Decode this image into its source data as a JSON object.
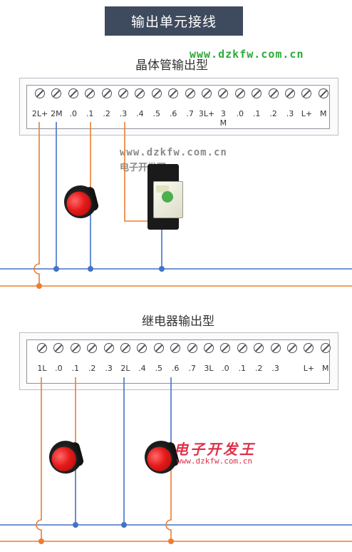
{
  "title": "输出单元接线",
  "sections": {
    "transistor": {
      "heading": "晶体管输出型"
    },
    "relay": {
      "heading": "继电器输出型"
    }
  },
  "terminals": {
    "transistor": [
      "2L+",
      "2M",
      ".0",
      ".1",
      ".2",
      ".3",
      ".4",
      ".5",
      ".6",
      ".7",
      "3L+",
      "3 M",
      ".0",
      ".1",
      ".2",
      ".3",
      "L+",
      "M"
    ],
    "relay": [
      "1L",
      ".0",
      ".1",
      ".2",
      ".3",
      "2L",
      ".4",
      ".5",
      ".6",
      ".7",
      "3L",
      ".0",
      ".1",
      ".2",
      ".3",
      "",
      "L+",
      "M"
    ]
  },
  "watermarks": {
    "top_url": "www.dzkfw.com.cn",
    "mid_url": "www.dzkfw.com.cn",
    "mid_cn": "电子开发网",
    "red_cn": "电子开发王",
    "red_url": "www.dzkfw.com.cn"
  },
  "colors": {
    "title_bg": "#3e4a5e",
    "wire_orange": "#ed7d31",
    "wire_blue": "#4472c4",
    "watermark_green": "#2eaa38",
    "watermark_red": "#e0304a"
  },
  "components": {
    "transistor_loads": [
      "red-indicator-lamp",
      "relay"
    ],
    "relay_loads": [
      "red-indicator-lamp",
      "red-indicator-lamp"
    ]
  }
}
